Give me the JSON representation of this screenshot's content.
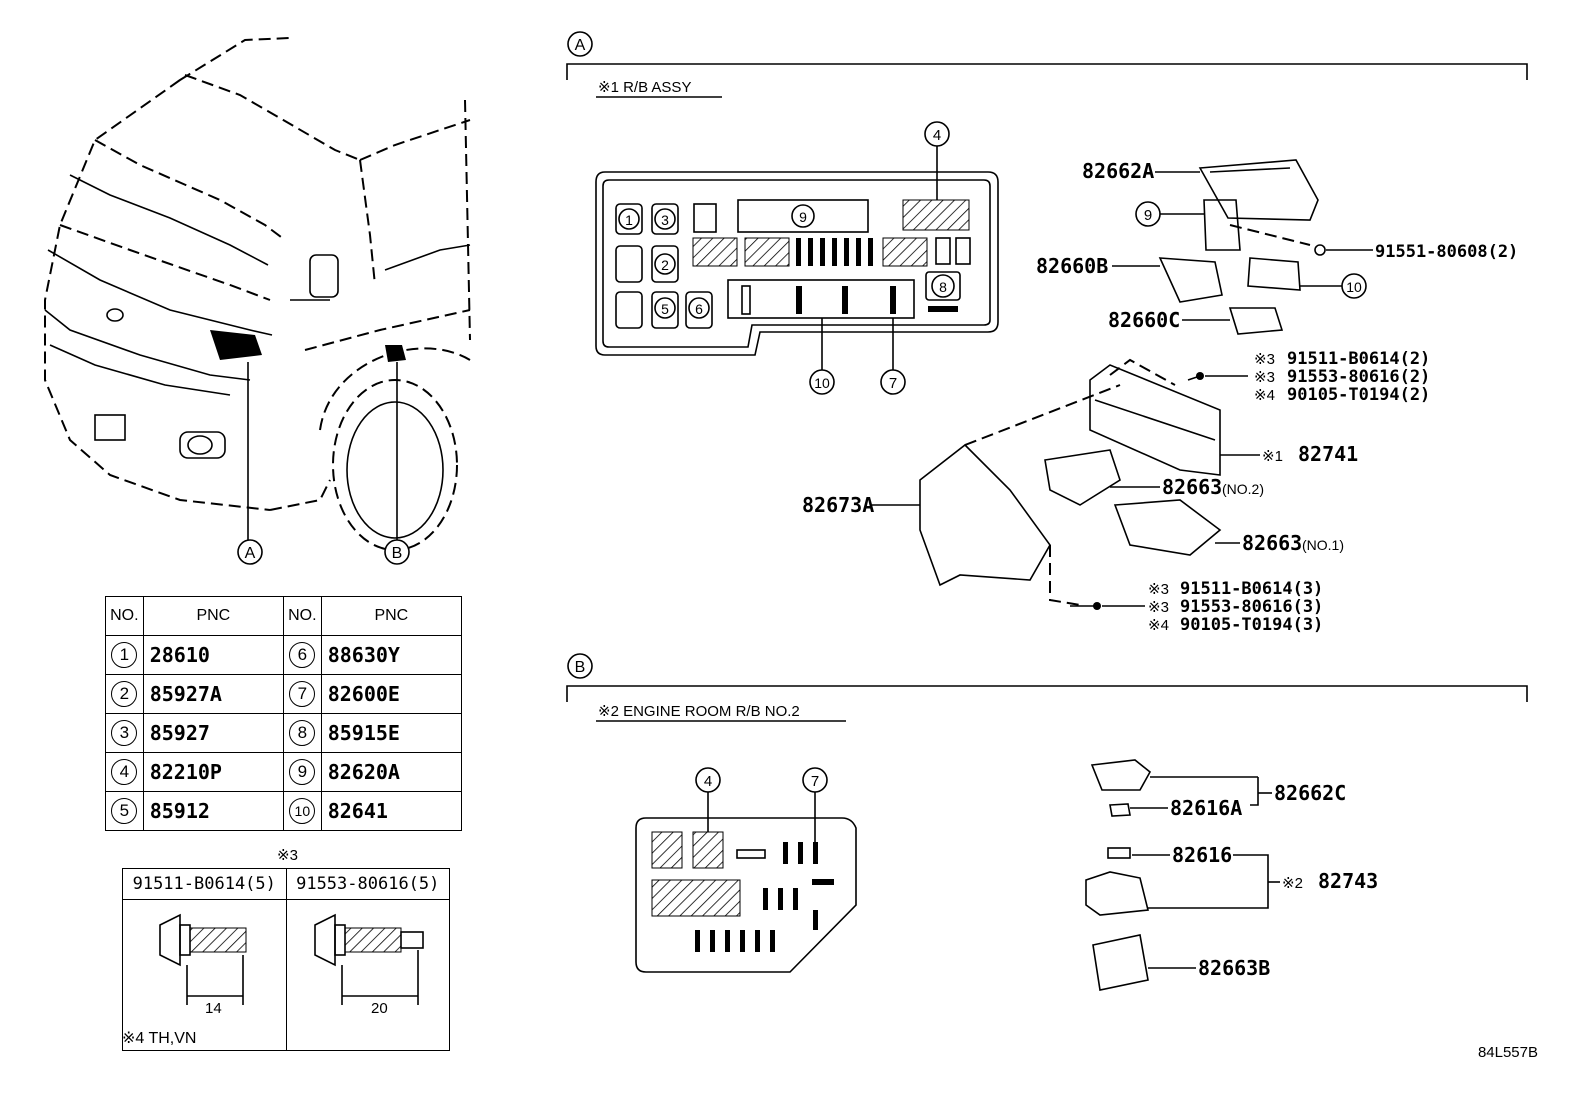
{
  "sections": {
    "a": {
      "marker": "A",
      "title": "※1 R/B ASSY"
    },
    "b": {
      "marker": "B",
      "title": "※2 ENGINE ROOM R/B NO.2"
    }
  },
  "vehicle": {
    "marker_a": "A",
    "marker_b": "B"
  },
  "rb_assy": {
    "slots": [
      "1",
      "2",
      "3",
      "4",
      "5",
      "6",
      "7",
      "8",
      "9",
      "10"
    ]
  },
  "parts_a": {
    "p82662A": "82662A",
    "p9": "9",
    "p82660B": "82660B",
    "p10": "10",
    "p82660C": "82660C",
    "p91551": "91551-80608(2)",
    "n1": "※3",
    "n1v": "91511-B0614(2)",
    "n2": "※3",
    "n2v": "91553-80616(2)",
    "n3": "※4",
    "n3v": "90105-T0194(2)",
    "p82741_note": "※1",
    "p82741": "82741",
    "p82663_2": "82663",
    "p82663_2s": "(NO.2)",
    "p82673A": "82673A",
    "p82663_1": "82663",
    "p82663_1s": "(NO.1)",
    "m1": "※3",
    "m1v": "91511-B0614(3)",
    "m2": "※3",
    "m2v": "91553-80616(3)",
    "m3": "※4",
    "m3v": "90105-T0194(3)"
  },
  "engine_room": {
    "c4": "4",
    "c7": "7"
  },
  "parts_b": {
    "p82662C": "82662C",
    "p82616A": "82616A",
    "p82616": "82616",
    "p82743_note": "※2",
    "p82743": "82743",
    "p82663B": "82663B"
  },
  "pnc_table": {
    "headers": [
      "NO.",
      "PNC",
      "NO.",
      "PNC"
    ],
    "rows": [
      {
        "no1": "1",
        "pnc1": "28610",
        "no2": "6",
        "pnc2": "88630Y"
      },
      {
        "no1": "2",
        "pnc1": "85927A",
        "no2": "7",
        "pnc2": "82600E"
      },
      {
        "no1": "3",
        "pnc1": "85927",
        "no2": "8",
        "pnc2": "85915E"
      },
      {
        "no1": "4",
        "pnc1": "82210P",
        "no2": "9",
        "pnc2": "82620A"
      },
      {
        "no1": "5",
        "pnc1": "85912",
        "no2": "10",
        "pnc2": "82641"
      }
    ]
  },
  "bolt_table": {
    "title": "※3",
    "col1": "91511-B0614(5)",
    "col2": "91553-80616(5)",
    "len1": "14",
    "len2": "20"
  },
  "footnote": "※4 TH,VN",
  "diagram_code": "84L557B"
}
